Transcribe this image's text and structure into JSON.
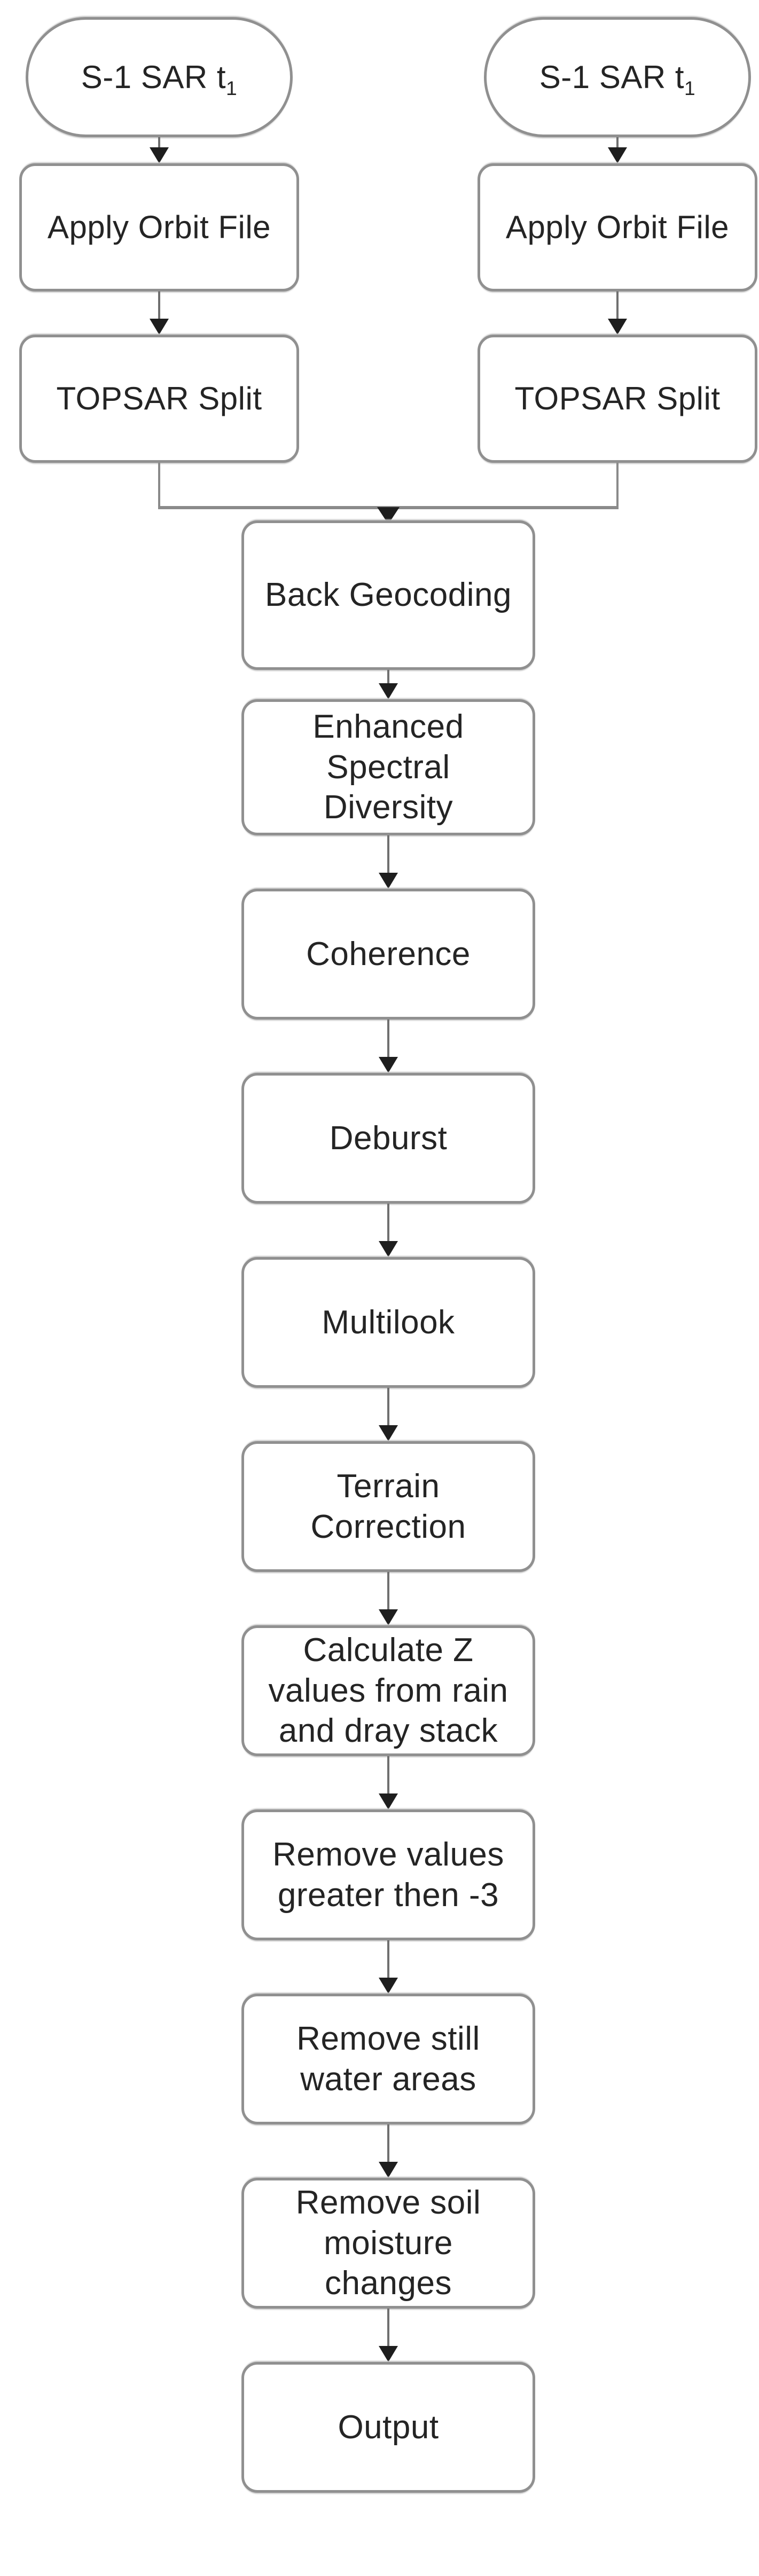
{
  "colors": {
    "background": "#ffffff",
    "node_fill": "#ffffff",
    "node_border": "#909090",
    "text": "#242424",
    "connector_line": "#6f6f6f",
    "arrowhead": "#1e1e1e"
  },
  "nodes": {
    "s1_sar_left": {
      "label": "S-1 SAR t",
      "sub": "1"
    },
    "s1_sar_right": {
      "label": "S-1 SAR t",
      "sub": "1"
    },
    "apply_orbit_left": {
      "label": "Apply Orbit File"
    },
    "apply_orbit_right": {
      "label": "Apply Orbit File"
    },
    "topsar_split_left": {
      "label": "TOPSAR Split"
    },
    "topsar_split_right": {
      "label": "TOPSAR Split"
    },
    "back_geocoding": {
      "label": "Back Geocoding"
    },
    "enhanced_spectral_diversity": {
      "label": "Enhanced\nSpectral\nDiversity"
    },
    "coherence": {
      "label": "Coherence"
    },
    "deburst": {
      "label": "Deburst"
    },
    "multilook": {
      "label": "Multilook"
    },
    "terrain_correction": {
      "label": "Terrain\nCorrection"
    },
    "calculate_z": {
      "label": "Calculate Z\nvalues from rain\nand dray stack"
    },
    "remove_values": {
      "label": "Remove values\ngreater then -3"
    },
    "remove_still_water": {
      "label": "Remove still\nwater areas"
    },
    "remove_soil_moisture": {
      "label": "Remove soil\nmoisture\nchanges"
    },
    "output": {
      "label": "Output"
    }
  },
  "edges": [
    {
      "from": "s1_sar_left",
      "to": "apply_orbit_left"
    },
    {
      "from": "apply_orbit_left",
      "to": "topsar_split_left"
    },
    {
      "from": "s1_sar_right",
      "to": "apply_orbit_right"
    },
    {
      "from": "apply_orbit_right",
      "to": "topsar_split_right"
    },
    {
      "from": "topsar_split_left",
      "to": "back_geocoding"
    },
    {
      "from": "topsar_split_right",
      "to": "back_geocoding"
    },
    {
      "from": "back_geocoding",
      "to": "enhanced_spectral_diversity"
    },
    {
      "from": "enhanced_spectral_diversity",
      "to": "coherence"
    },
    {
      "from": "coherence",
      "to": "deburst"
    },
    {
      "from": "deburst",
      "to": "multilook"
    },
    {
      "from": "multilook",
      "to": "terrain_correction"
    },
    {
      "from": "terrain_correction",
      "to": "calculate_z"
    },
    {
      "from": "calculate_z",
      "to": "remove_values"
    },
    {
      "from": "remove_values",
      "to": "remove_still_water"
    },
    {
      "from": "remove_still_water",
      "to": "remove_soil_moisture"
    },
    {
      "from": "remove_soil_moisture",
      "to": "output"
    }
  ]
}
